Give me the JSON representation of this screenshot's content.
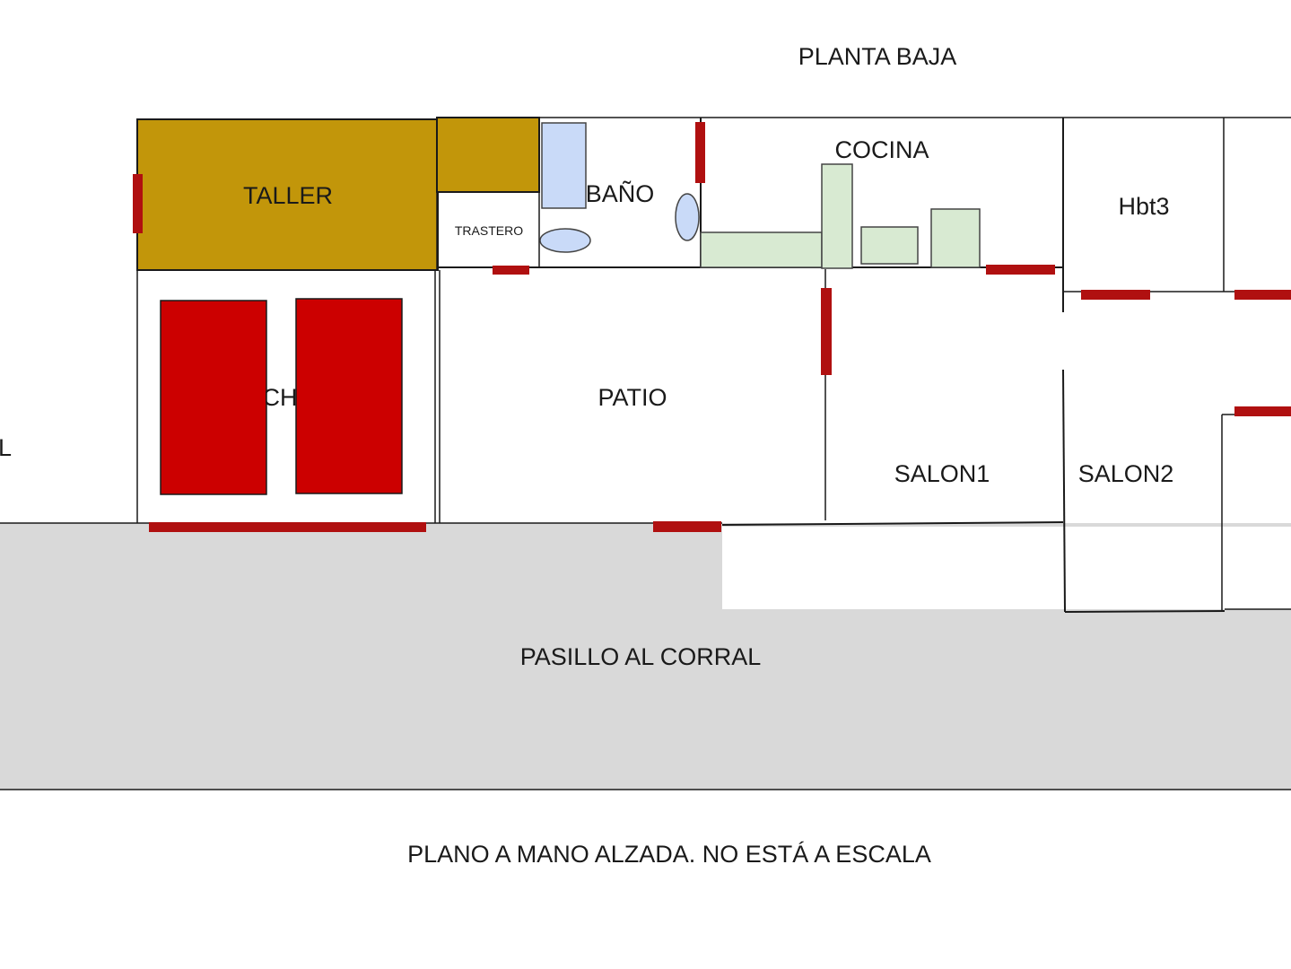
{
  "title": "PLANTA BAJA",
  "note": "PLANO A MANO ALZADA. NO ESTÁ A ESCALA",
  "rooms": {
    "taller": "TALLER",
    "trastero": "TRASTERO",
    "bano": "BAÑO",
    "cocina": "COCINA",
    "hbt3": "Hbt3",
    "patio": "PATIO",
    "salon1": "SALON1",
    "salon2": "SALON2",
    "pasillo": "PASILLO AL CORRAL",
    "cochera_partial": "CH",
    "left_edge_partial": "L"
  },
  "colors": {
    "workshop": "#c2960a",
    "doors": "#b01010",
    "cars": "#cc0000",
    "kitchen_units": "#d8ead2",
    "bathroom_fixtures": "#c9daf8",
    "corridor": "#d9d9d9",
    "walls": "#1a1a1a"
  }
}
